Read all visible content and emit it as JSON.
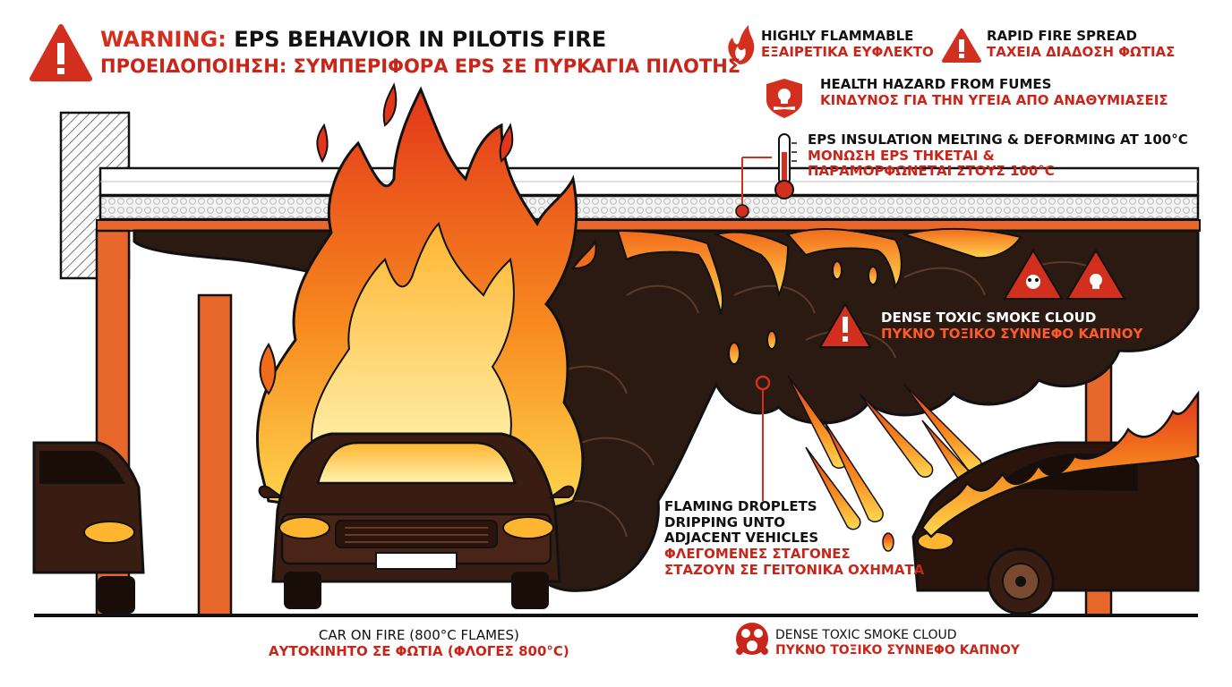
{
  "header": {
    "warning_prefix": "WARNING:",
    "title_en": "EPS BEHAVIOR IN PILOTIS FIRE",
    "title_gr": "ΠΡΟΕΙΔΟΠΟΙΗΣΗ: ΣΥΜΠΕΡΙΦΟΡΑ EPS ΣΕ ΠΥΡΚΑΓΙΑ ΠΙΛΟΤΗΣ"
  },
  "legend": {
    "flammable": {
      "en": "HIGHLY FLAMMABLE",
      "gr": "ΕΞΑΙΡΕΤΙΚΑ ΕΥΦΛΕΚΤΟ",
      "icon": "flame-icon"
    },
    "spread": {
      "en": "RAPID FIRE SPREAD",
      "gr": "ΤΑΧΕΙΑ ΔΙΑΔΟΣΗ ΦΩΤΙΑΣ",
      "icon": "warning-triangle-icon"
    },
    "fumes": {
      "en": "HEALTH HAZARD FROM FUMES",
      "gr": "ΚΙΝΔΥΝΟΣ ΓΙΑ ΤΗΝ ΥΓΕΙΑ ΑΠΟ ΑΝΑΘΥΜΙΑΣΕΙΣ",
      "icon": "skull-shield-icon"
    }
  },
  "callouts": {
    "melting": {
      "en": "EPS INSULATION MELTING & DEFORMING AT 100°C",
      "gr1": "ΜΟΝΩΣΗ EPS ΤΗΚΕΤΑΙ &",
      "gr2": "ΠΑΡΑΜΟΡΦΩΝΕΤΑΙ ΣΤΟΥΣ 100°C",
      "icon": "thermometer-icon"
    },
    "smoke_cloud": {
      "en": "DENSE TOXIC SMOKE CLOUD",
      "gr": "ΠΥΚΝΟ ΤΟΞΙΚΟ ΣΥΝΝΕΦΟ ΚΑΠΝΟΥ",
      "icon": "warning-triangle-icon"
    },
    "droplets": {
      "en1": "FLAMING DROPLETS",
      "en2": "DRIPPING UNTO",
      "en3": "ADJACENT VEHICLES",
      "gr1": "ΦΛΕΓΟΜΕΝΕΣ ΣΤΑΓΟΝΕΣ",
      "gr2": "ΣΤΑΖΟΥΝ ΣΕ ΓΕΙΤΟΝΙΚΑ ΟΧΗΜΑΤΑ"
    }
  },
  "footer": {
    "car_fire": {
      "en": "CAR ON FIRE (800°C FLAMES)",
      "gr": "ΑΥΤΟΚΙΝΗΤΟ ΣΕ ΦΩΤΙΑ (ΦΛΟΓΕΣ 800°C)"
    },
    "smoke": {
      "en": "DENSE TOXIC SMOKE CLOUD",
      "gr": "ΠΥΚΝΟ ΤΟΞΙΚΟ ΣΥΝΝΕΦΟ ΚΑΠΝΟΥ",
      "icon": "gas-mask-icon"
    }
  },
  "colors": {
    "warning_red": "#d32f1e",
    "greek_red": "#c8261b",
    "smoke": "#2a1a12",
    "flame_orange": "#f26a1b",
    "flame_yellow": "#ffd34d",
    "structure": "#e8672a"
  }
}
